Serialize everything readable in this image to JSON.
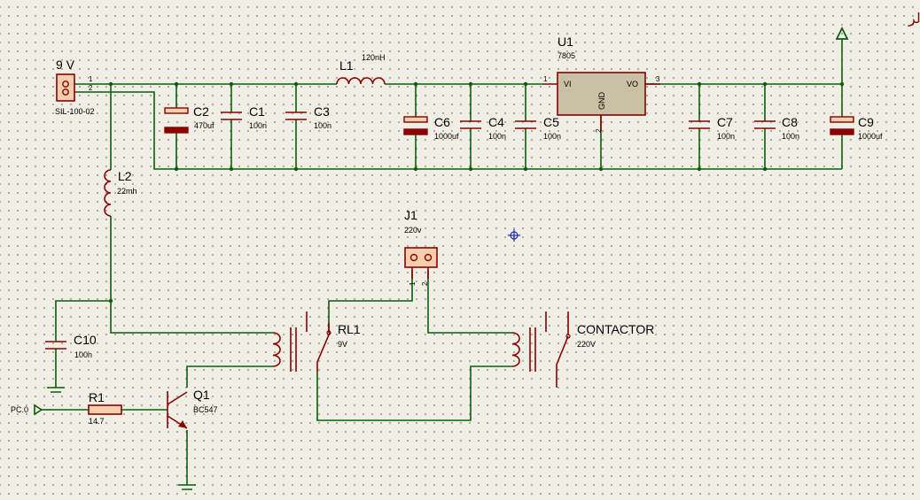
{
  "power_connector": {
    "ref": "9 V",
    "model": "SIL-100-02",
    "pin1": "1",
    "pin2": "2"
  },
  "caps": [
    {
      "ref": "C2",
      "value": "470uf"
    },
    {
      "ref": "C1",
      "value": "100n"
    },
    {
      "ref": "C3",
      "value": "100n"
    },
    {
      "ref": "C6",
      "value": "1000uf"
    },
    {
      "ref": "C4",
      "value": "100n"
    },
    {
      "ref": "C5",
      "value": "100n"
    },
    {
      "ref": "C7",
      "value": "100n"
    },
    {
      "ref": "C8",
      "value": "100n"
    },
    {
      "ref": "C9",
      "value": "1000uf"
    },
    {
      "ref": "C10",
      "value": "100n"
    }
  ],
  "l1": {
    "ref": "L1",
    "value": "120nH"
  },
  "l2": {
    "ref": "L2",
    "value": "22mh"
  },
  "u1": {
    "ref": "U1",
    "model": "7805",
    "vi": "VI",
    "vo": "VO",
    "gnd": "GND",
    "pin1": "1",
    "pin2": "2",
    "pin3": "3"
  },
  "output_label": "به طرف میکروکنترلر",
  "j1": {
    "ref": "J1",
    "value": "220v",
    "pin1": "1",
    "pin2": "2"
  },
  "rl1": {
    "ref": "RL1",
    "value": "9V"
  },
  "contactor": {
    "ref": "CONTACTOR",
    "value": "220V"
  },
  "r1": {
    "ref": "R1",
    "value": "14.7"
  },
  "q1": {
    "ref": "Q1",
    "model": "BC547"
  },
  "input_port": "PC.0"
}
